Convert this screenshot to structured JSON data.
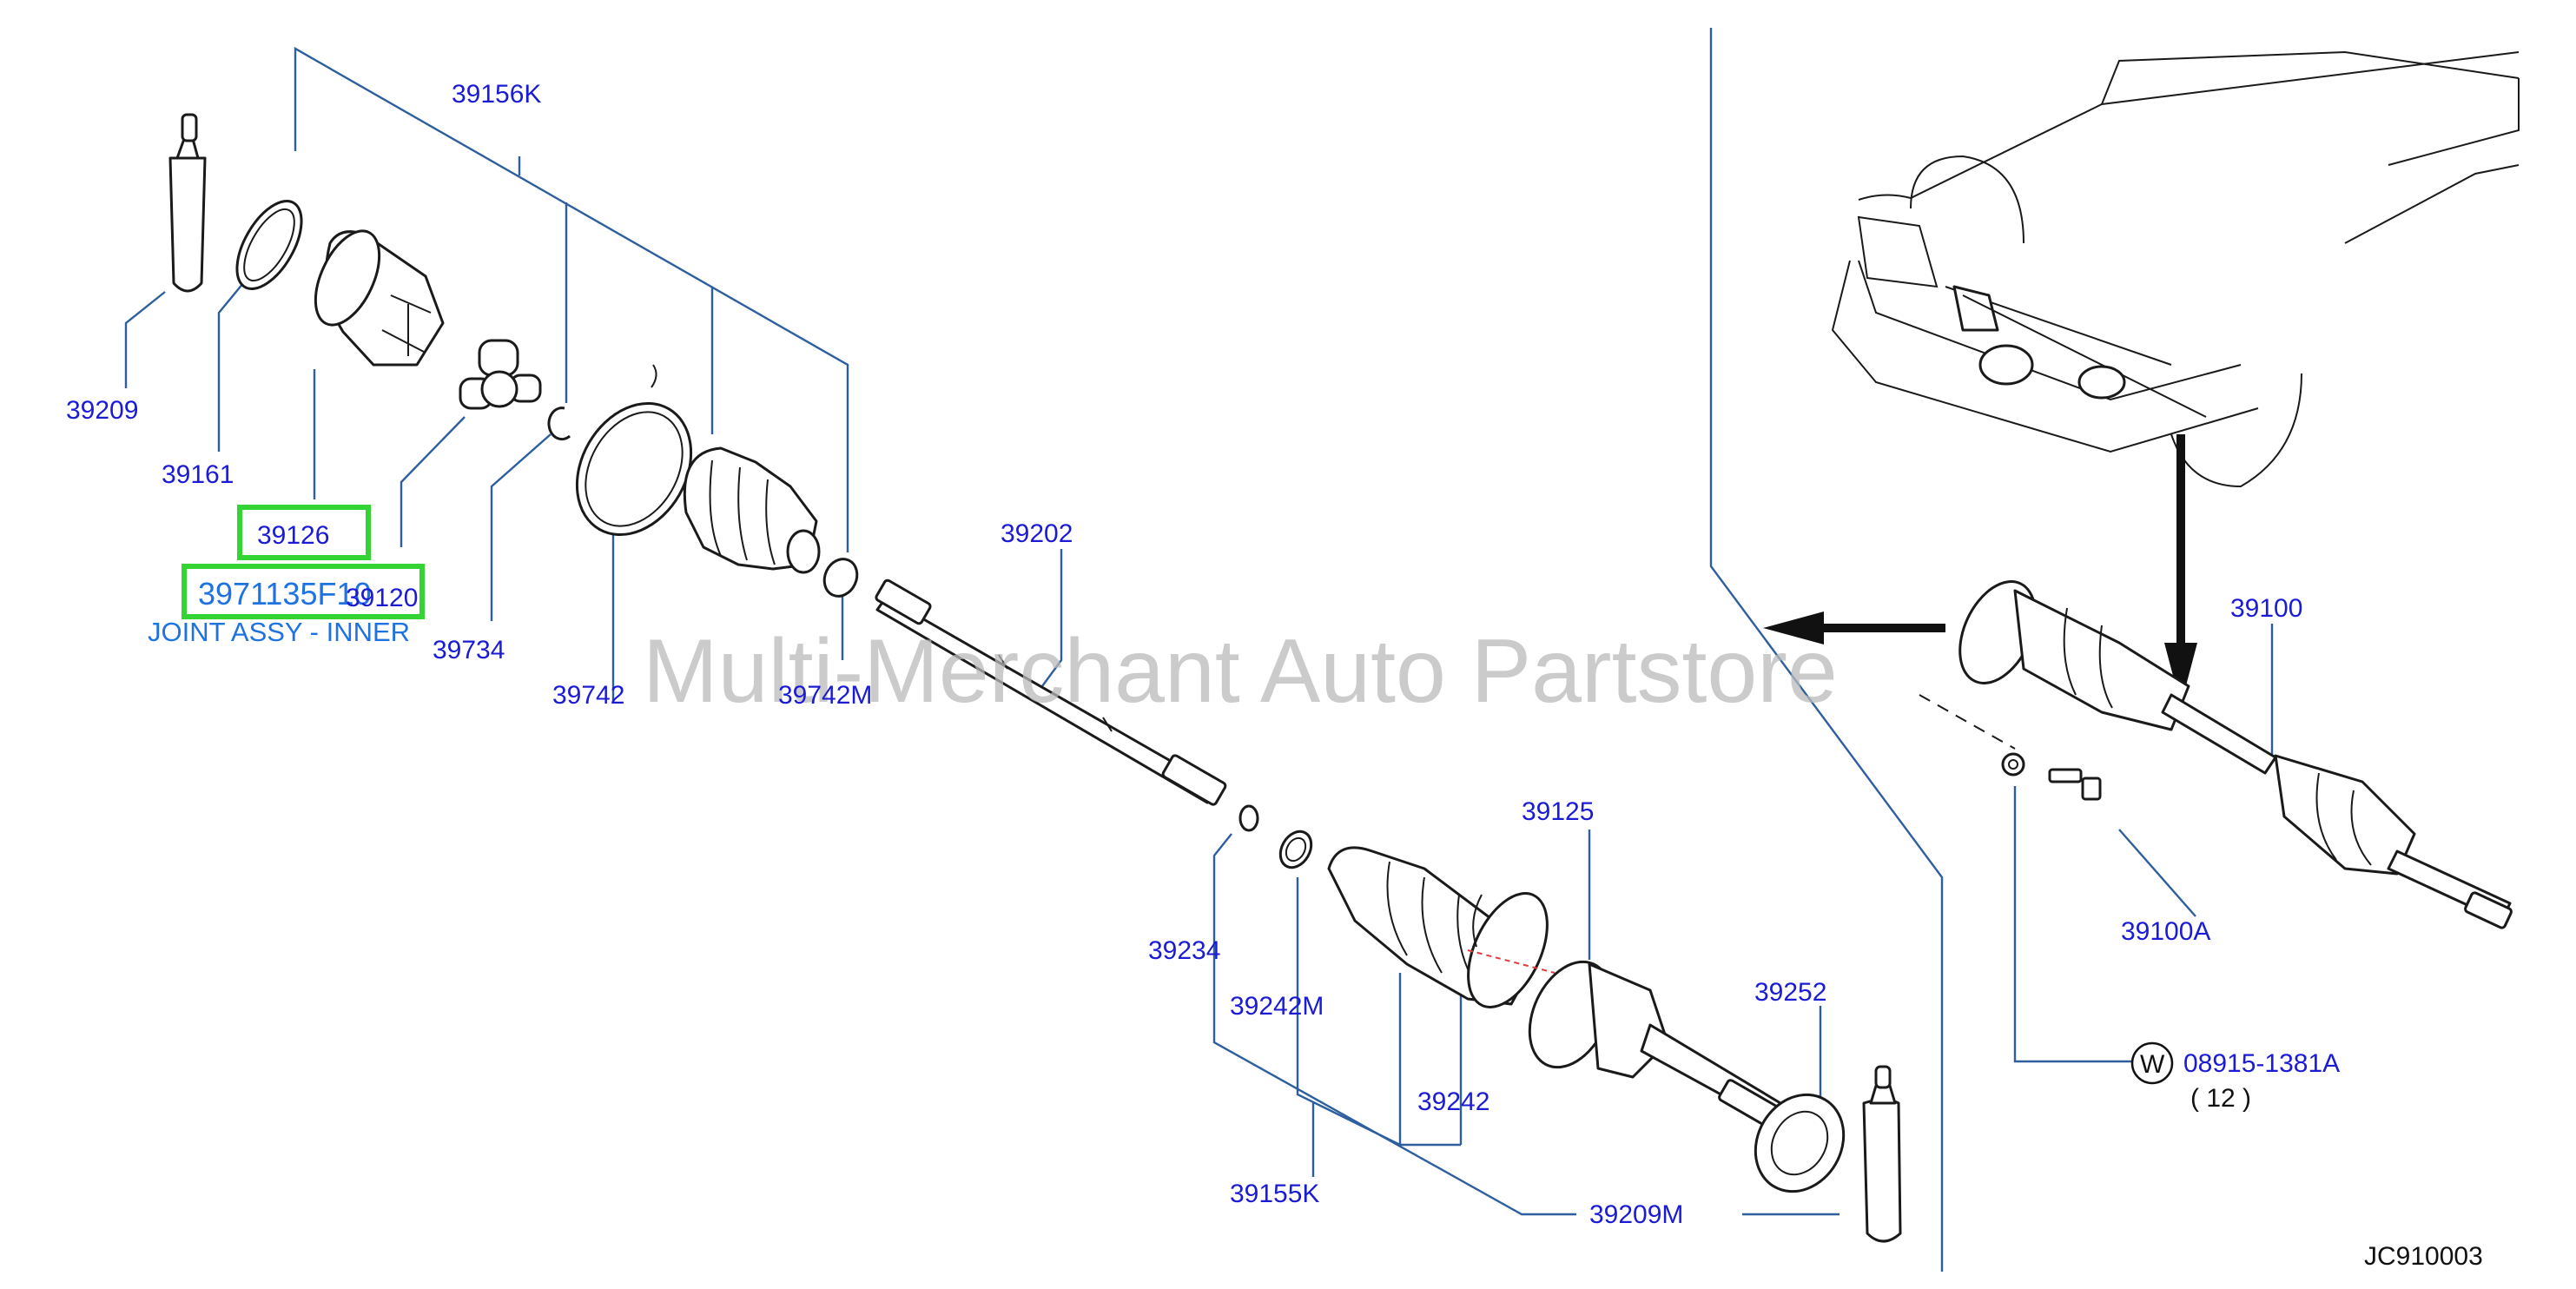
{
  "watermark": "Multi-Merchant Auto Partstore",
  "diagram_code": "JC910003",
  "highlight": {
    "part_number": "39126",
    "catalog_number": "3971135F10",
    "description": "JOINT ASSY - INNER"
  },
  "labels": {
    "p39156K": "39156K",
    "p39209_left": "39209",
    "p39161": "39161",
    "p39120": "39120",
    "p39734": "39734",
    "p39742": "39742",
    "p39742M": "39742M",
    "p39202": "39202",
    "p39125": "39125",
    "p39234": "39234",
    "p39242M": "39242M",
    "p39242": "39242",
    "p39252": "39252",
    "p39155K": "39155K",
    "p39209M": "39209M",
    "p39100": "39100",
    "p39100A": "39100A",
    "washer_symbol": "W",
    "p08915": "08915-1381A",
    "qty": "( 12 )"
  }
}
